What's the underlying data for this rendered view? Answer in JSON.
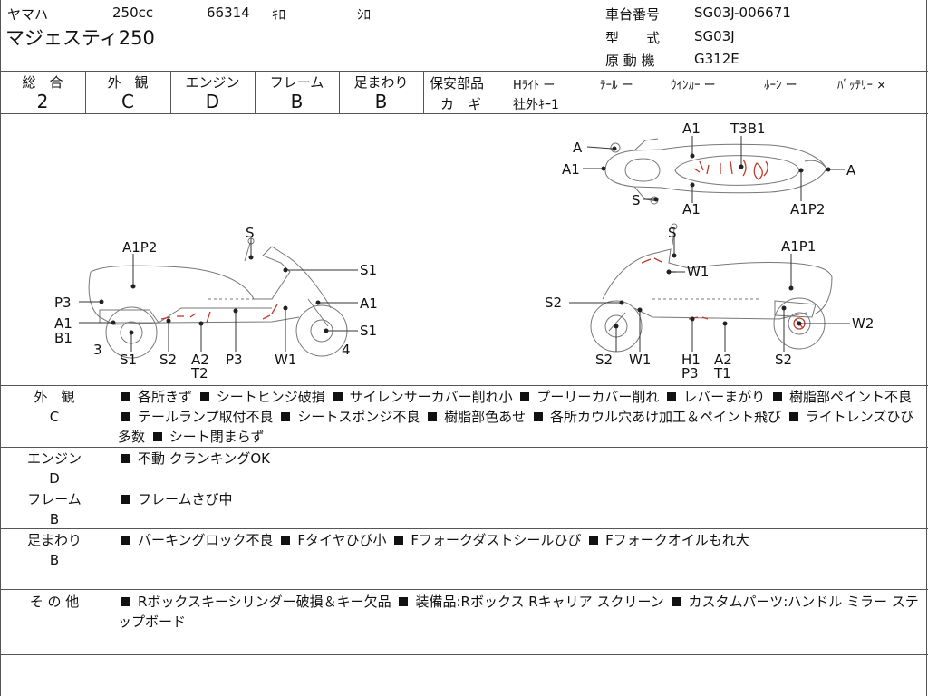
{
  "header": {
    "maker": "ヤマハ",
    "displacement": "250cc",
    "mileage": "66314",
    "mileage_unit": "ｷﾛ",
    "color": "ｼﾛ",
    "model_name": "マジェスティ250",
    "frame_no_label": "車台番号",
    "frame_no": "SG03J-006671",
    "type_label": "型　　式",
    "type": "SG03J",
    "engine_label": "原 動 機",
    "engine": "G312E"
  },
  "grades": [
    {
      "label": "総　合",
      "value": "2"
    },
    {
      "label": "外　観",
      "value": "C"
    },
    {
      "label": "エンジン",
      "value": "D"
    },
    {
      "label": "フレーム",
      "value": "B"
    },
    {
      "label": "足まわり",
      "value": "B"
    }
  ],
  "safety": {
    "label": "保安部品",
    "items": [
      "Hﾗｲﾄ ー",
      "ﾃｰﾙ ー",
      "ｳｲﾝｶｰ ー",
      "ﾎｰﾝ ー",
      "ﾊﾞｯﾃﾘｰ ×"
    ],
    "key_label": "カ　ギ",
    "key_value": "社外ｷｰ1"
  },
  "diagram_labels": {
    "top": [
      "A",
      "A1",
      "S",
      "A1",
      "T3B1",
      "A",
      "A1",
      "A1P2"
    ],
    "left": [
      "S",
      "A1P2",
      "S1",
      "P3",
      "A1",
      "A1",
      "B1",
      "3",
      "S1",
      "S1",
      "S2",
      "A2",
      "T2",
      "P3",
      "W1",
      "4"
    ],
    "right": [
      "S",
      "A1P1",
      "W1",
      "S2",
      "W2",
      "S2",
      "W1",
      "H1",
      "P3",
      "A2",
      "T1",
      "S2"
    ]
  },
  "sections": [
    {
      "label": "外　観",
      "grade": "C",
      "items": [
        "各所きず",
        "シートヒンジ破損",
        "サイレンサーカバー削れ小",
        "プーリーカバー削れ",
        "レバーまがり",
        "樹脂部ペイント不良",
        "テールランプ取付不良",
        "シートスポンジ不良",
        "樹脂部色あせ",
        "各所カウル穴あけ加工＆ペイント飛び",
        "ライトレンズひび多数",
        "シート閉まらず"
      ]
    },
    {
      "label": "エンジン",
      "grade": "D",
      "items": [
        "不動 クランキングOK"
      ]
    },
    {
      "label": "フレーム",
      "grade": "B",
      "items": [
        "フレームさび中"
      ]
    },
    {
      "label": "足まわり",
      "grade": "B",
      "items": [
        "パーキングロック不良",
        "Fタイヤひび小",
        "Fフォークダストシールひび",
        "Fフォークオイルもれ大"
      ]
    },
    {
      "label": "そ の 他",
      "grade": "",
      "items": [
        "Rボックスキーシリンダー破損＆キー欠品",
        "装備品:Rボックス Rキャリア スクリーン",
        "カスタムパーツ:ハンドル ミラー ステップボード"
      ]
    }
  ]
}
